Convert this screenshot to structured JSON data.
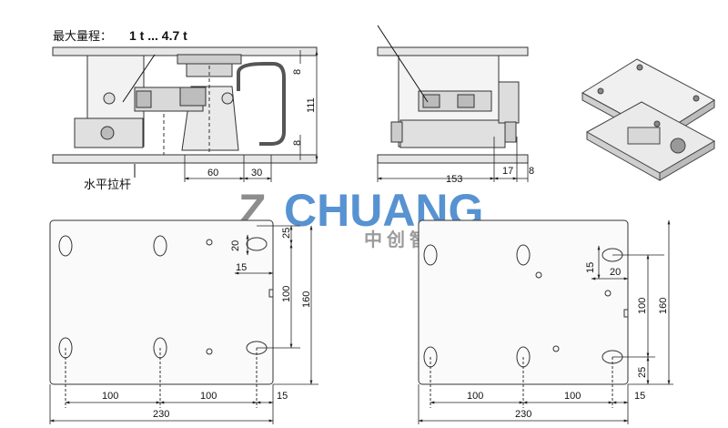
{
  "spec": {
    "capacity_label": "最大量程：",
    "capacity_value": "1 t ... 4.7 t"
  },
  "side_view": {
    "rod_label": "水平拉杆",
    "dims": {
      "d8_top": "8",
      "d111": "111",
      "d8_bottom": "8",
      "d60": "60",
      "d30": "30"
    }
  },
  "end_view": {
    "dims": {
      "d153": "153",
      "d17": "17",
      "d8": "8"
    }
  },
  "logo": {
    "brand": "CHUANG",
    "letter": "Z",
    "chinese": "中创智控",
    "colors": {
      "grey": "#7a7a7a",
      "blue": "#3a7fc9",
      "light_grey": "#bfbfbf"
    }
  },
  "bottom_plate_left": {
    "dims": {
      "d25": "25",
      "d20": "20",
      "d15": "15",
      "d100v": "100",
      "d160": "160",
      "d100a": "100",
      "d100b": "100",
      "d15r": "15",
      "d230": "230"
    }
  },
  "bottom_plate_right": {
    "dims": {
      "d15": "15",
      "d20": "20",
      "d100v": "100",
      "d160": "160",
      "d25": "25",
      "d100a": "100",
      "d100b": "100",
      "d15r": "15",
      "d230": "230"
    }
  }
}
